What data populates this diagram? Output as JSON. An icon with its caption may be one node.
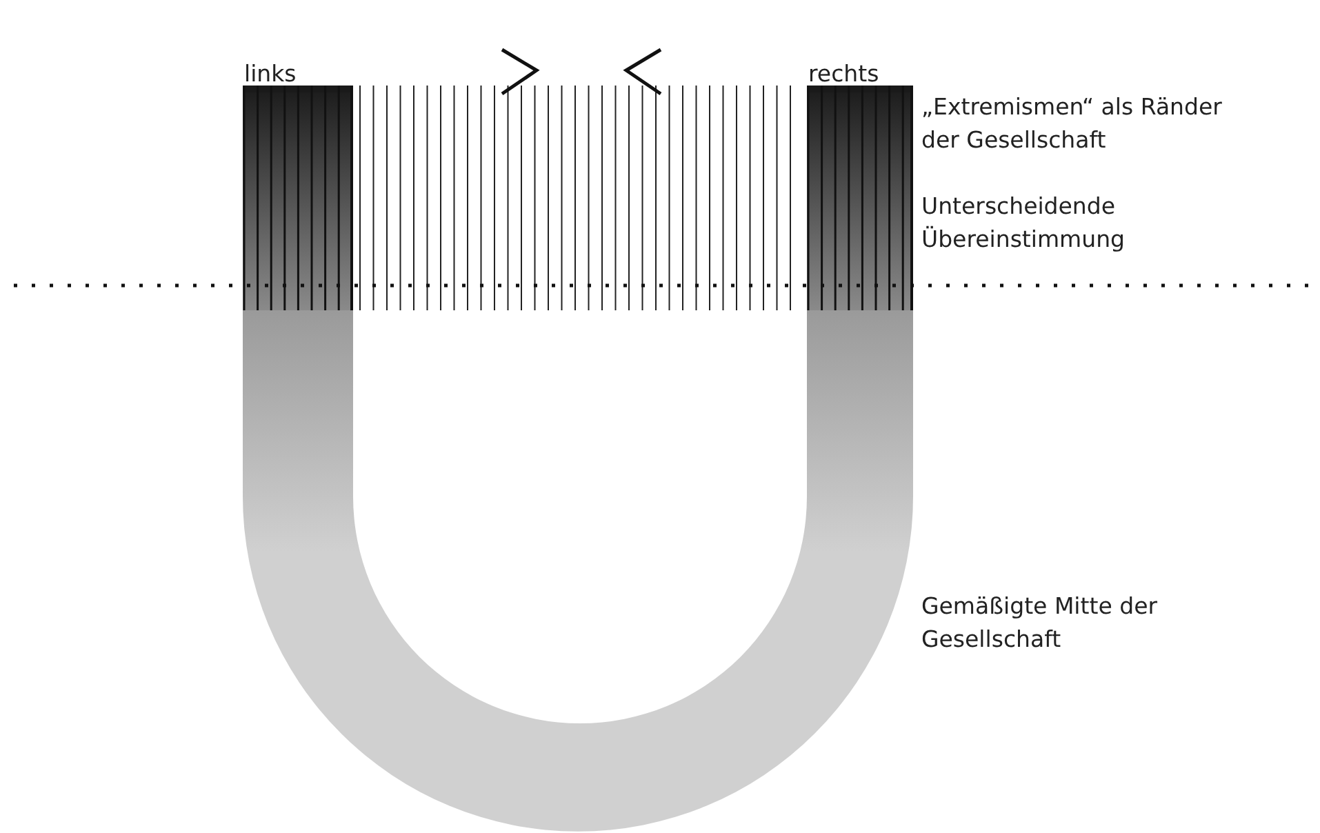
{
  "diagram": {
    "labels": [
      "links",
      "rechts",
      "„Extremismen“ als Ränder der Gesellschaft",
      "Unterscheidende Übereinstimmung",
      "Gemäßigte Mitte der Gesellschaft"
    ]
  }
}
